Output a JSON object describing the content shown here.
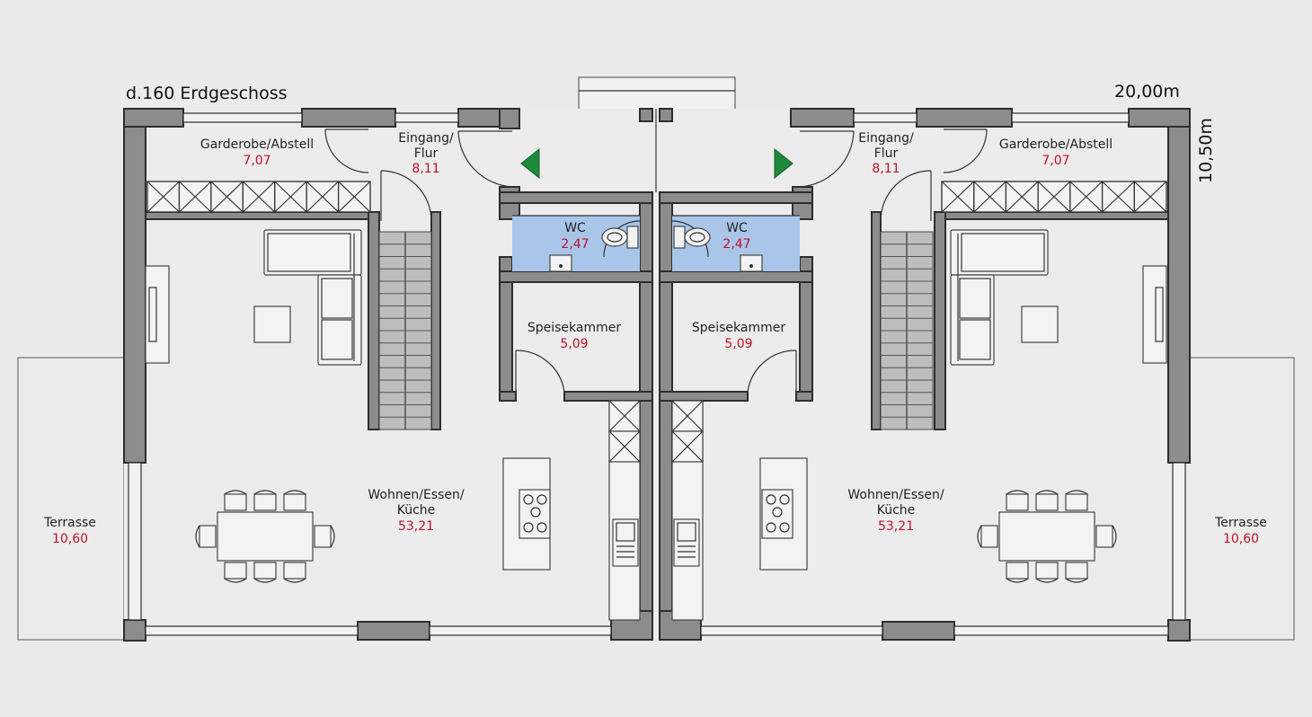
{
  "header": {
    "title": "d.160 Erdgeschoss",
    "width_dim": "20,00m",
    "depth_dim": "10,50m"
  },
  "rooms": [
    {
      "key": "garderobe_l",
      "name": "Garderobe/Abstell",
      "area": "7,07"
    },
    {
      "key": "eingang_l",
      "name1": "Eingang/",
      "name2": "Flur",
      "area": "8,11"
    },
    {
      "key": "wc_l",
      "name": "WC",
      "area": "2,47"
    },
    {
      "key": "speise_l",
      "name": "Speisekammer",
      "area": "5,09"
    },
    {
      "key": "wohnen_l",
      "name1": "Wohnen/Essen/",
      "name2": "Küche",
      "area": "53,21"
    },
    {
      "key": "terrasse_l",
      "name": "Terrasse",
      "area": "10,60"
    },
    {
      "key": "garderobe_r",
      "name": "Garderobe/Abstell",
      "area": "7,07"
    },
    {
      "key": "eingang_r",
      "name1": "Eingang/",
      "name2": "Flur",
      "area": "8,11"
    },
    {
      "key": "wc_r",
      "name": "WC",
      "area": "2,47"
    },
    {
      "key": "speise_r",
      "name": "Speisekammer",
      "area": "5,09"
    },
    {
      "key": "wohnen_r",
      "name1": "Wohnen/Essen/",
      "name2": "Küche",
      "area": "53,21"
    },
    {
      "key": "terrasse_r",
      "name": "Terrasse",
      "area": "10,60"
    }
  ],
  "colors": {
    "wall": "#8c8c8c",
    "wc_fill": "#a9c6ea",
    "area_text": "#c0102a",
    "entrance_arrow": "#1f8a3c"
  },
  "icons": [
    "entrance-arrow-icon",
    "stove-icon",
    "sink-icon",
    "toilet-icon",
    "washbasin-icon",
    "fireplace-icon"
  ]
}
